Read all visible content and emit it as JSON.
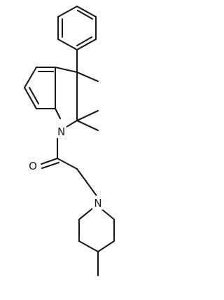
{
  "molecule": {
    "atoms": {
      "N1": "N",
      "O1": "O",
      "N2": "N"
    }
  },
  "colors": {
    "bond": "#1a1a1a",
    "background": "#ffffff"
  }
}
